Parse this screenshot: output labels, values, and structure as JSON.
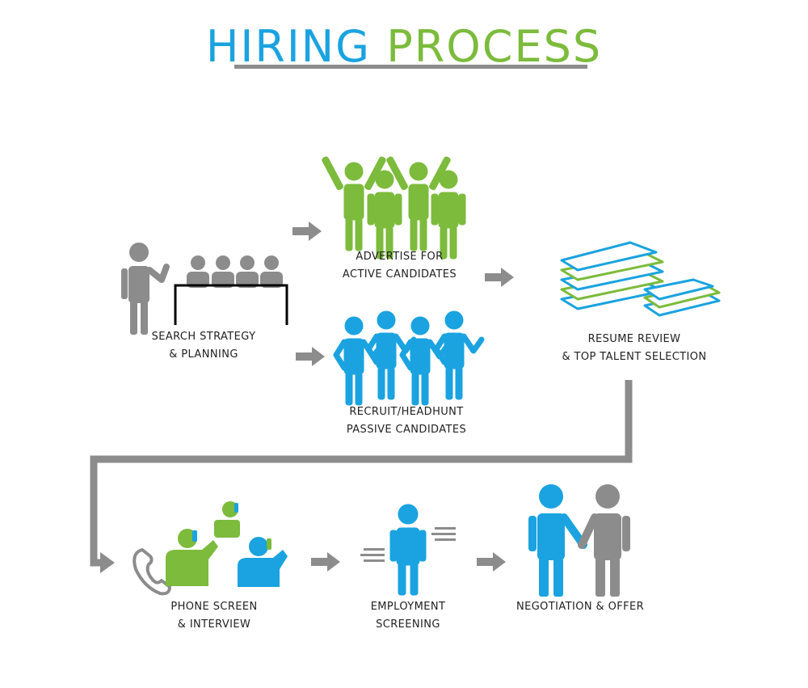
{
  "title": {
    "word1": "HIRING",
    "word2": "PROCESS"
  },
  "colors": {
    "blue": "#1aa3e0",
    "green": "#7cbb3c",
    "gray": "#8c8c8d",
    "text": "#222222"
  },
  "steps": [
    {
      "id": "search",
      "line1": "SEARCH STRATEGY",
      "line2": "& PLANNING"
    },
    {
      "id": "advertise",
      "line1": "ADVERTISE FOR",
      "line2": "ACTIVE CANDIDATES"
    },
    {
      "id": "recruit",
      "line1": "RECRUIT/HEADHUNT",
      "line2": "PASSIVE CANDIDATES"
    },
    {
      "id": "resume",
      "line1": "RESUME REVIEW",
      "line2": "& TOP TALENT SELECTION"
    },
    {
      "id": "phone",
      "line1": "PHONE SCREEN",
      "line2": "& INTERVIEW"
    },
    {
      "id": "employment",
      "line1": "EMPLOYMENT",
      "line2": "SCREENING"
    },
    {
      "id": "negotiation",
      "line1": "NEGOTIATION & OFFER",
      "line2": ""
    }
  ]
}
